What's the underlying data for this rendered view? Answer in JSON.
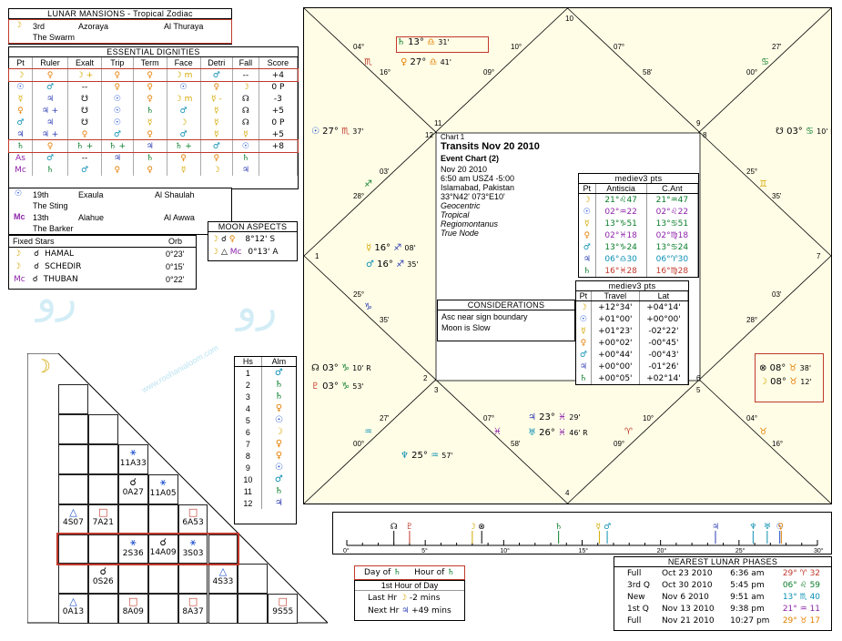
{
  "lunar_mansions": {
    "title": "LUNAR MANSIONS - Tropical Zodiac",
    "rows": [
      {
        "num": "3rd",
        "name1": "Azoraya",
        "name2": "Al Thuraya",
        "desc": "The Swarm"
      },
      {
        "num": "19th",
        "name1": "Exaula",
        "name2": "Al Shaulah",
        "desc": "The Sting"
      },
      {
        "num": "13th",
        "name1": "Alahue",
        "name2": "Al Awwa",
        "desc": "The Barker"
      }
    ]
  },
  "dignities": {
    "title": "ESSENTIAL DIGNITIES",
    "headers": [
      "Pt",
      "Ruler",
      "Exalt",
      "Trip",
      "Term",
      "Face",
      "Detri",
      "Fall",
      "Score"
    ],
    "rows": [
      {
        "pt": "☽",
        "ruler": "♀",
        "exalt": "☽ +",
        "trip": "♀",
        "term": "♀",
        "face": "☽ m",
        "detri": "♂",
        "fall": "--",
        "score": "+4"
      },
      {
        "pt": "☉",
        "ruler": "♂",
        "exalt": "--",
        "trip": "♀",
        "term": "♀",
        "face": "☉",
        "detri": "♀",
        "fall": "☽",
        "score": "0 P"
      },
      {
        "pt": "☿",
        "ruler": "♃",
        "exalt": "☋",
        "trip": "☉",
        "term": "♀",
        "face": "☽ m",
        "detri": "☿ -",
        "fall": "☊",
        "score": "-3"
      },
      {
        "pt": "♀",
        "ruler": "♃ +",
        "exalt": "☋",
        "trip": "☉",
        "term": "♄",
        "face": "♂",
        "detri": "☿",
        "fall": "☊",
        "score": "+5"
      },
      {
        "pt": "♂",
        "ruler": "♃",
        "exalt": "☋",
        "trip": "☉",
        "term": "☿",
        "face": "☽",
        "detri": "☿",
        "fall": "☊",
        "score": "0 P"
      },
      {
        "pt": "♃",
        "ruler": "♃ +",
        "exalt": "♀",
        "trip": "♂",
        "term": "♀",
        "face": "♂",
        "detri": "☿",
        "fall": "☿",
        "score": "+5"
      },
      {
        "pt": "♄",
        "ruler": "♀",
        "exalt": "♄ +",
        "trip": "♄ +",
        "term": "♃",
        "face": "♄ +",
        "detri": "♂",
        "fall": "☉",
        "score": "+8"
      },
      {
        "pt": "As",
        "ruler": "♂",
        "exalt": "--",
        "trip": "♃",
        "term": "♄",
        "face": "♀",
        "detri": "♀",
        "fall": "♄",
        "score": ""
      },
      {
        "pt": "Mc",
        "ruler": "♄",
        "exalt": "♂",
        "trip": "♀",
        "term": "♀",
        "face": "☿",
        "detri": "☽",
        "fall": "♃",
        "score": ""
      }
    ]
  },
  "moon_aspects": {
    "title": "MOON ASPECTS",
    "rows": [
      {
        "p1": "☽",
        "asp": "☌",
        "p2": "♀",
        "orb": "8°12' S"
      },
      {
        "p1": "☽",
        "asp": "△",
        "p2": "Mc",
        "orb": "0°13' A"
      }
    ]
  },
  "fixed_stars": {
    "headers": [
      "Fixed Stars",
      "Orb"
    ],
    "rows": [
      {
        "pt": "☽",
        "asp": "☌",
        "star": "HAMAL",
        "orb": "0°23'"
      },
      {
        "pt": "☽",
        "asp": "☌",
        "star": "SCHEDIR",
        "orb": "0°15'"
      },
      {
        "pt": "Mc",
        "asp": "☌",
        "star": "THUBAN",
        "orb": "0°22'"
      }
    ]
  },
  "chart": {
    "house_numbers": [
      "10",
      "11",
      "9",
      "12",
      "8",
      "1",
      "7",
      "2",
      "6",
      "3",
      "5",
      "4"
    ],
    "info_title": "Chart 1",
    "info_heading": "Transits Nov 20 2010",
    "info_sub": "Event Chart (2)",
    "info_lines": [
      "Nov 20 2010",
      "6:50 am  USZ4 -5:00",
      "Islamabad, Pakistan",
      "33°N42' 073°E10'"
    ],
    "info_italic": [
      "Geocentric",
      "Tropical",
      "Regiomontanus",
      "True Node"
    ],
    "considerations_title": "CONSIDERATIONS",
    "considerations": [
      "Asc near sign boundary",
      "Moon is Slow"
    ],
    "planets": [
      {
        "sym": "♄",
        "deg": "13°",
        "sign": "♎",
        "min": "31'"
      },
      {
        "sym": "♀",
        "deg": "27°",
        "sign": "♎",
        "min": "41'"
      },
      {
        "sym": "☉",
        "deg": "27°",
        "sign": "♏",
        "min": "37'"
      },
      {
        "sym": "☿",
        "deg": "16°",
        "sign": "♐",
        "min": "08'"
      },
      {
        "sym": "♂",
        "deg": "16°",
        "sign": "♐",
        "min": "35'"
      },
      {
        "sym": "☊",
        "deg": "03°",
        "sign": "♑",
        "min": "10' R"
      },
      {
        "sym": "♇",
        "deg": "03°",
        "sign": "♑",
        "min": "53'"
      },
      {
        "sym": "♆",
        "deg": "25°",
        "sign": "♒",
        "min": "57'"
      },
      {
        "sym": "♃",
        "deg": "23°",
        "sign": "♓",
        "min": "29'"
      },
      {
        "sym": "♅",
        "deg": "26°",
        "sign": "♓",
        "min": "46' R"
      },
      {
        "sym": "⊗",
        "deg": "08°",
        "sign": "♉",
        "min": "38'"
      },
      {
        "sym": "☽",
        "deg": "08°",
        "sign": "♉",
        "min": "12'"
      },
      {
        "sym": "☋",
        "deg": "03°",
        "sign": "♋",
        "min": "10' R"
      }
    ],
    "cusps": {
      "c10a": "04°",
      "c10b": "16°",
      "c10c": "10°",
      "c10d": "09°",
      "c9a": "07°",
      "c9b": "58'",
      "c8a": "27'",
      "c8b": "00°",
      "c12a": "03'",
      "c12b": "28°",
      "c2a": "25°",
      "c2b": "35'",
      "c7a": "25°",
      "c7b": "35'",
      "c6a": "03'",
      "c6b": "28°",
      "c3a": "27'",
      "c3b": "00°",
      "c4a": "07°",
      "c4b": "58'",
      "c4c": "10°",
      "c4d": "09°",
      "c5a": "04°",
      "c5b": "16°"
    },
    "sign_glyphs": {
      "s10l": "♏",
      "s10r": "♋",
      "s11": "♍",
      "s9": "♊",
      "s12": "♐",
      "s8": "♉",
      "s3": "♒",
      "s4l": "♓",
      "s4r": "♈",
      "s5": "♉",
      "s2": "♑",
      "s6": "♉"
    }
  },
  "antiscia": {
    "title": "mediev3 pts",
    "headers": [
      "Pt",
      "Antiscia",
      "C.Ant"
    ],
    "rows": [
      {
        "pt": "☽",
        "a": "21°♌47",
        "c": "21°♒47"
      },
      {
        "pt": "☉",
        "a": "02°♒22",
        "c": "02°♌22"
      },
      {
        "pt": "☿",
        "a": "13°♑51",
        "c": "13°♋51"
      },
      {
        "pt": "♀",
        "a": "02°♓18",
        "c": "02°♍18"
      },
      {
        "pt": "♂",
        "a": "13°♑24",
        "c": "13°♋24"
      },
      {
        "pt": "♃",
        "a": "06°♎30",
        "c": "06°♈30"
      },
      {
        "pt": "♄",
        "a": "16°♓28",
        "c": "16°♍28"
      }
    ]
  },
  "travel": {
    "title": "mediev3 pts",
    "headers": [
      "Pt",
      "Travel",
      "Lat"
    ],
    "rows": [
      {
        "pt": "☽",
        "t": "+12°34'",
        "l": "+04°14'"
      },
      {
        "pt": "☉",
        "t": "+01°00'",
        "l": "+00°00'"
      },
      {
        "pt": "☿",
        "t": "+01°23'",
        "l": "-02°22'"
      },
      {
        "pt": "♀",
        "t": "+00°02'",
        "l": "-00°45'"
      },
      {
        "pt": "♂",
        "t": "+00°44'",
        "l": "-00°43'"
      },
      {
        "pt": "♃",
        "t": "+00°00'",
        "l": "-01°26'"
      },
      {
        "pt": "♄",
        "t": "+00°05'",
        "l": "+02°14'"
      }
    ]
  },
  "ruler": {
    "ticks": [
      "0°",
      "5°",
      "10°",
      "15°",
      "20°",
      "25°",
      "30°"
    ],
    "markers": [
      {
        "sym": "☊",
        "deg": 3
      },
      {
        "sym": "♇",
        "deg": 4
      },
      {
        "sym": "☽",
        "deg": 8
      },
      {
        "sym": "⊗",
        "deg": 8.6
      },
      {
        "sym": "♄",
        "deg": 13.5
      },
      {
        "sym": "☿",
        "deg": 16.1
      },
      {
        "sym": "♂",
        "deg": 16.6
      },
      {
        "sym": "♃",
        "deg": 23.5
      },
      {
        "sym": "♆",
        "deg": 25.9
      },
      {
        "sym": "♅",
        "deg": 26.8
      },
      {
        "sym": "☉",
        "deg": 27.6
      },
      {
        "sym": "♀",
        "deg": 27.7
      }
    ]
  },
  "aspect_grid": {
    "diag": [
      "☽",
      "☉",
      "☿",
      "♀",
      "♂",
      "♃",
      "♄",
      "As",
      "Mc"
    ],
    "cells": [
      {
        "r": 4,
        "c": 3,
        "sym": "⚹",
        "txt": "11A33"
      },
      {
        "r": 5,
        "c": 3,
        "sym": "☌",
        "txt": "0A27"
      },
      {
        "r": 5,
        "c": 4,
        "sym": "⚹",
        "txt": "11A05"
      },
      {
        "r": 6,
        "c": 1,
        "sym": "△",
        "txt": "4S07"
      },
      {
        "r": 6,
        "c": 2,
        "sym": "□",
        "txt": "7A21"
      },
      {
        "r": 6,
        "c": 5,
        "sym": "□",
        "txt": "6A53"
      },
      {
        "r": 7,
        "c": 3,
        "sym": "⚹",
        "txt": "2S36"
      },
      {
        "r": 7,
        "c": 4,
        "sym": "☌",
        "txt": "14A09"
      },
      {
        "r": 7,
        "c": 5,
        "sym": "⚹",
        "txt": "3S03"
      },
      {
        "r": 8,
        "c": 2,
        "sym": "☌",
        "txt": "0S26"
      },
      {
        "r": 8,
        "c": 6,
        "sym": "△",
        "txt": "4S33"
      },
      {
        "r": 9,
        "c": 1,
        "sym": "△",
        "txt": "0A13"
      },
      {
        "r": 9,
        "c": 3,
        "sym": "□",
        "txt": "8A09"
      },
      {
        "r": 9,
        "c": 5,
        "sym": "□",
        "txt": "8A37"
      },
      {
        "r": 9,
        "c": 8,
        "sym": "□",
        "txt": "9S55"
      }
    ]
  },
  "almuten": {
    "headers": [
      "Hs",
      "Alm"
    ],
    "rows": [
      [
        "1",
        "♂"
      ],
      [
        "2",
        "♄"
      ],
      [
        "3",
        "♄"
      ],
      [
        "4",
        "♀"
      ],
      [
        "5",
        "☉"
      ],
      [
        "6",
        "☽"
      ],
      [
        "7",
        "♀"
      ],
      [
        "8",
        "♀"
      ],
      [
        "9",
        "☉"
      ],
      [
        "10",
        "♂"
      ],
      [
        "11",
        "♄"
      ],
      [
        "12",
        "♃"
      ]
    ]
  },
  "day_hour": {
    "day_label": "Day of",
    "day_sym": "♄",
    "hour_label": "Hour of",
    "hour_sym": "♄",
    "first": "1st Hour of Day",
    "last_label": "Last Hr",
    "last_sym": "☽",
    "last_val": "-2 mins",
    "next_label": "Next Hr",
    "next_sym": "♃",
    "next_val": "+49 mins"
  },
  "lunar_phases": {
    "title": "NEAREST LUNAR PHASES",
    "rows": [
      {
        "phase": "Full",
        "date": "Oct 23 2010",
        "time": "6:36 am",
        "pos": "29° ♈ 32",
        "color": "#c0392b"
      },
      {
        "phase": "3rd Q",
        "date": "Oct 30 2010",
        "time": "5:45 pm",
        "pos": "06° ♌ 59",
        "color": "#0a7d2a"
      },
      {
        "phase": "New",
        "date": "Nov 6 2010",
        "time": "9:51 am",
        "pos": "13° ♏ 40",
        "color": "#0b8fb3"
      },
      {
        "phase": "1st Q",
        "date": "Nov 13 2010",
        "time": "9:38 pm",
        "pos": "21° ♒ 11",
        "color": "#8e24aa"
      },
      {
        "phase": "Full",
        "date": "Nov 21 2010",
        "time": "10:27 pm",
        "pos": "29° ♉ 17",
        "color": "#e67e00"
      }
    ]
  },
  "watermark": "www.roohanialoom.com",
  "colors": {
    "chart_bg": "#fffde6",
    "highlight": "#c0392b",
    "watermark": "#9fd8ec"
  }
}
